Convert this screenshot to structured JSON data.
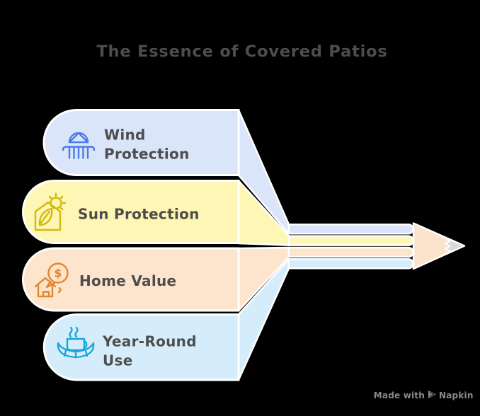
{
  "title": "The Essence of Covered Patios",
  "items": [
    {
      "label": "Wind Protection",
      "lines": [
        "Wind",
        "Protection"
      ],
      "icon": "pergola-awning-icon",
      "fill": "#dbe5fa",
      "icon_color": "#4a7ce8"
    },
    {
      "label": "Sun Protection",
      "lines": [
        "Sun Protection",
        ""
      ],
      "icon": "eco-house-sun-icon",
      "fill": "#fdf6b4",
      "icon_color": "#d4b90d"
    },
    {
      "label": "Home Value",
      "lines": [
        "Home Value",
        ""
      ],
      "icon": "house-dollar-bubble-icon",
      "fill": "#fce4cd",
      "icon_color": "#e2872e"
    },
    {
      "label": "Year-Round Use",
      "lines": [
        "Year-Round",
        "Use"
      ],
      "icon": "steaming-mug-hammock-icon",
      "fill": "#d5edfa",
      "icon_color": "#19a6da"
    }
  ],
  "icon_glyphs": {
    "dollar_sign": "$"
  },
  "arrow": {
    "head_color": "#fce4cc",
    "tip_color": "#d9d9d9",
    "stripe_colors": [
      "#dbe5fa",
      "#fdf6b4",
      "#fce4cd",
      "#d5edfa"
    ]
  },
  "credit": {
    "prefix": "Made with",
    "brand": "Napkin"
  },
  "colors": {
    "background": "#000000",
    "label_text": "#4d4d4d",
    "title_text": "#4d4d4d",
    "outline": "#ffffff",
    "credit_text": "#8a8a8a"
  }
}
